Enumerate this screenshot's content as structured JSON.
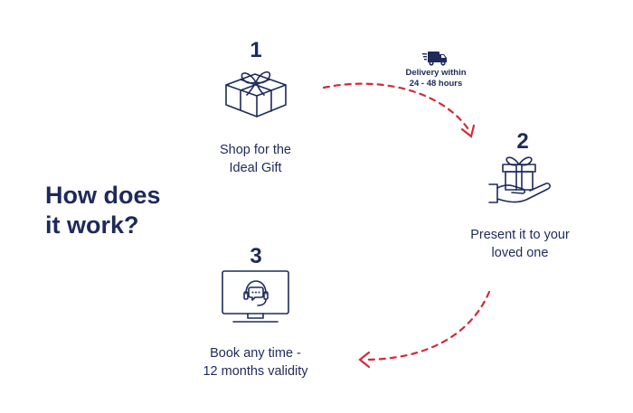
{
  "title": {
    "line1": "How does",
    "line2": "it work?"
  },
  "steps": [
    {
      "number": "1",
      "line1": "Shop for the",
      "line2": "Ideal Gift",
      "icon": "gift-box-icon"
    },
    {
      "number": "2",
      "line1": "Present it to your",
      "line2": "loved one",
      "icon": "gift-in-hand-icon"
    },
    {
      "number": "3",
      "line1": "Book any time -",
      "line2": "12 months validity",
      "icon": "support-monitor-icon"
    }
  ],
  "delivery": {
    "line1": "Delivery within",
    "line2": "24 - 48 hours",
    "icon": "truck-icon"
  },
  "colors": {
    "navy": "#1e2a5a",
    "arrow": "#d6283a"
  }
}
